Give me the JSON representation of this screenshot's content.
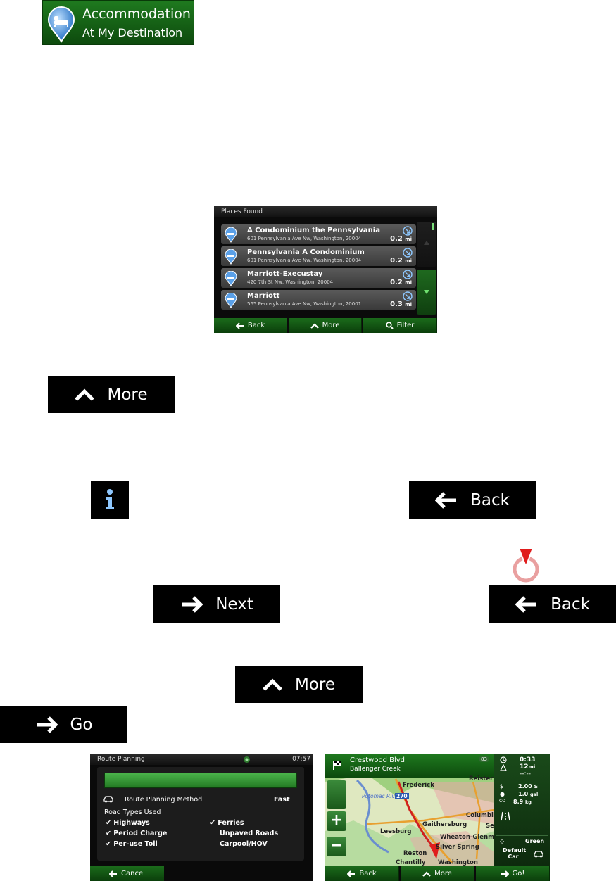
{
  "accommodation": {
    "line1": "Accommodation",
    "line2": "At My Destination"
  },
  "places_found": {
    "header": "Places Found",
    "rows": [
      {
        "name": "A Condominium the Pennsylvania",
        "address": "601 Pennsylvania Ave Nw, Washington, 20004",
        "distance": "0.2",
        "unit": "mi"
      },
      {
        "name": "Pennsylvania A Condominium",
        "address": "601 Pennsylvania Ave Nw, Washington, 20004",
        "distance": "0.2",
        "unit": "mi"
      },
      {
        "name": "Marriott-Execustay",
        "address": "420 7th St Nw, Washington, 20004",
        "distance": "0.2",
        "unit": "mi"
      },
      {
        "name": "Marriott",
        "address": "565 Pennsylvania Ave Nw, Washington, 20001",
        "distance": "0.3",
        "unit": "mi"
      }
    ],
    "back_label": "Back",
    "more_label": "More",
    "filter_label": "Filter"
  },
  "buttons": {
    "more": "More",
    "back": "Back",
    "next": "Next",
    "go": "Go"
  },
  "route_planning": {
    "title": "Route Planning",
    "time": "07:57",
    "method_label": "Route Planning Method",
    "method_value": "Fast",
    "road_types_label": "Road Types Used",
    "items_left": [
      "Highways",
      "Period Charge",
      "Per-use Toll"
    ],
    "items_right_checked": [
      "Ferries"
    ],
    "items_right_unchecked": [
      "Unpaved Roads",
      "Carpool/HOV"
    ],
    "cancel_label": "Cancel"
  },
  "map_screen": {
    "street": "Crestwood Blvd",
    "area": "Ballenger Creek",
    "eta": "0:33",
    "dist_value": "12",
    "dist_unit": "mi",
    "eta_dash": "--:--",
    "cost_value": "2.00",
    "cost_unit": "$",
    "fuel_value": "1.0",
    "fuel_unit": "gal",
    "co2_label": "CO",
    "co2_value": "8.9",
    "co2_unit": "kg",
    "route_type": "Green",
    "vehicle": "Default Car",
    "map_labels": [
      "Frederick",
      "Reister",
      "Potomac River",
      "270",
      "Columbia",
      "Gaithersburg",
      "Leesburg",
      "Wheaton-Glenm",
      "Silver Spring",
      "Reston",
      "Chantilly",
      "Washington",
      "83",
      "Se"
    ],
    "back_label": "Back",
    "more_label": "More",
    "go_label": "Go!"
  },
  "icons": {
    "accommodation": "bed-pin-icon",
    "info": "info-icon",
    "destination": "destination-pin-icon",
    "more": "chevron-up-icon",
    "back": "arrow-left-icon",
    "next": "arrow-right-icon",
    "filter": "search-icon"
  }
}
